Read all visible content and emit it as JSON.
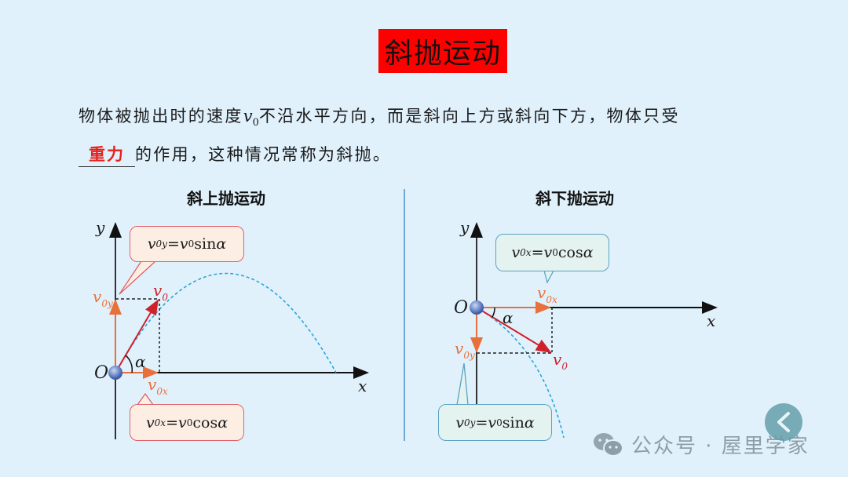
{
  "title": "斜抛运动",
  "intro": {
    "line1_before": "物体被抛出时的速度",
    "v0_symbol": "v",
    "v0_sub": "0",
    "line1_after": "不沿水平方向，而是斜向上方或斜向下方，物体只受",
    "blank_answer": "重力",
    "line2_after": "的作用，这种情况常称为斜抛。"
  },
  "left_diagram": {
    "title": "斜上抛运动",
    "axis_x": "x",
    "axis_y": "y",
    "origin": "O",
    "angle": "α",
    "v0": {
      "sym": "v",
      "sub": "0"
    },
    "v0x": {
      "sym": "v",
      "sub": "0x"
    },
    "v0y": {
      "sym": "v",
      "sub": "0y"
    },
    "callout_top": {
      "lhs": "v",
      "lhs_sub": "0y",
      "eq": " = ",
      "rhs": "v",
      "rhs_sub": "0",
      "fn": " sin ",
      "ang": "α"
    },
    "callout_bottom": {
      "lhs": "v",
      "lhs_sub": "0x",
      "eq": " = ",
      "rhs": "v",
      "rhs_sub": "0",
      "fn": " cos ",
      "ang": "α"
    }
  },
  "right_diagram": {
    "title": "斜下抛运动",
    "axis_x": "x",
    "axis_y": "y",
    "origin": "O",
    "angle": "α",
    "v0": {
      "sym": "v",
      "sub": "0"
    },
    "v0x": {
      "sym": "v",
      "sub": "0x"
    },
    "v0y": {
      "sym": "v",
      "sub": "0y"
    },
    "callout_top": {
      "lhs": "v",
      "lhs_sub": "0x",
      "eq": " = ",
      "rhs": "v",
      "rhs_sub": "0",
      "fn": " cos ",
      "ang": "α"
    },
    "callout_bottom": {
      "lhs": "v",
      "lhs_sub": "0y",
      "eq": " = ",
      "rhs": "v",
      "rhs_sub": "0",
      "fn": " sin ",
      "ang": "α"
    }
  },
  "watermark": {
    "icon": "wechat-icon",
    "text": "公众号 · 屋里学家"
  },
  "colors": {
    "title_bg": "#ff0000",
    "answer": "#e8201c",
    "component": "#e8703a",
    "velocity": "#d0202a",
    "trajectory": "#2aa6d8"
  }
}
